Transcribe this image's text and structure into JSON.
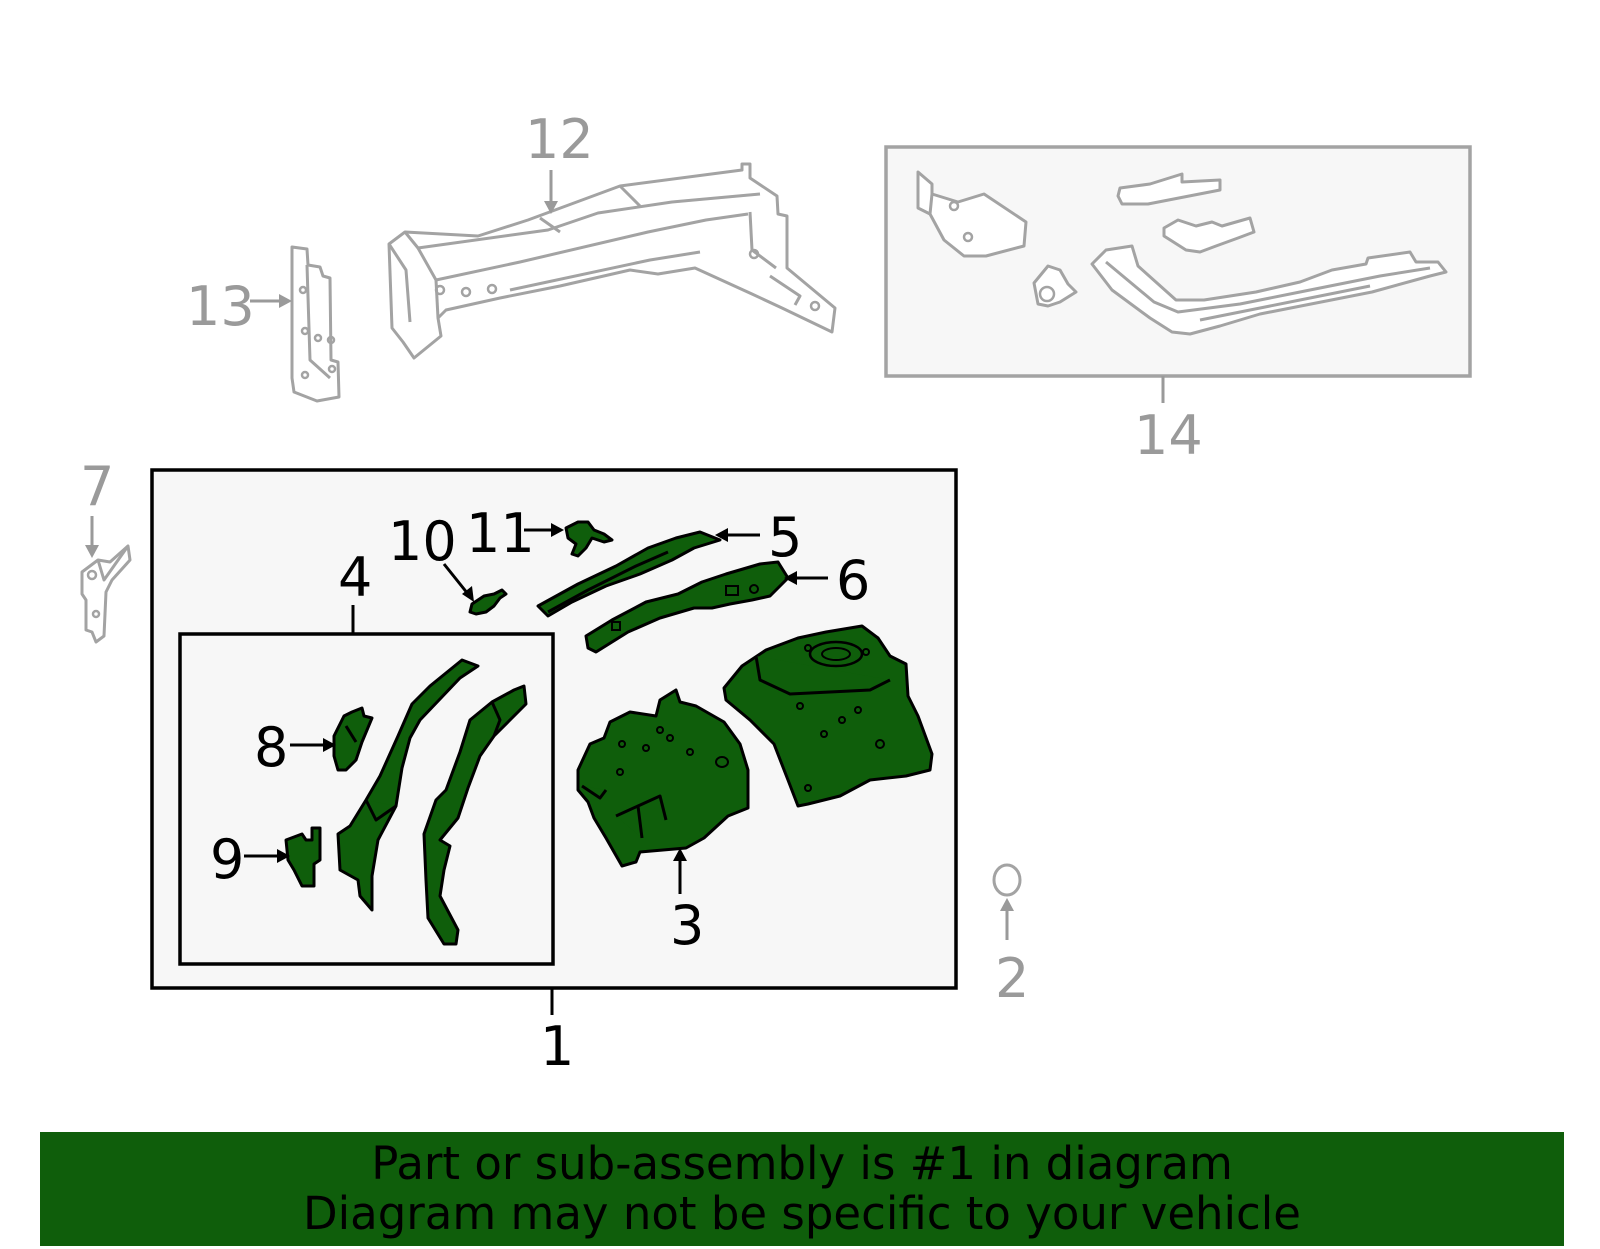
{
  "callouts": {
    "c1": "1",
    "c2": "2",
    "c3": "3",
    "c4": "4",
    "c5": "5",
    "c6": "6",
    "c7": "7",
    "c8": "8",
    "c9": "9",
    "c10": "10",
    "c11": "11",
    "c12": "12",
    "c13": "13",
    "c14": "14"
  },
  "banner": {
    "line1": "Part or sub-assembly is #1 in diagram",
    "line2": "Diagram may not be specific to your vehicle"
  },
  "colors": {
    "highlight": "#0f5e0b",
    "inactive": "#a3a3a3",
    "panel": "#f7f7f7"
  }
}
